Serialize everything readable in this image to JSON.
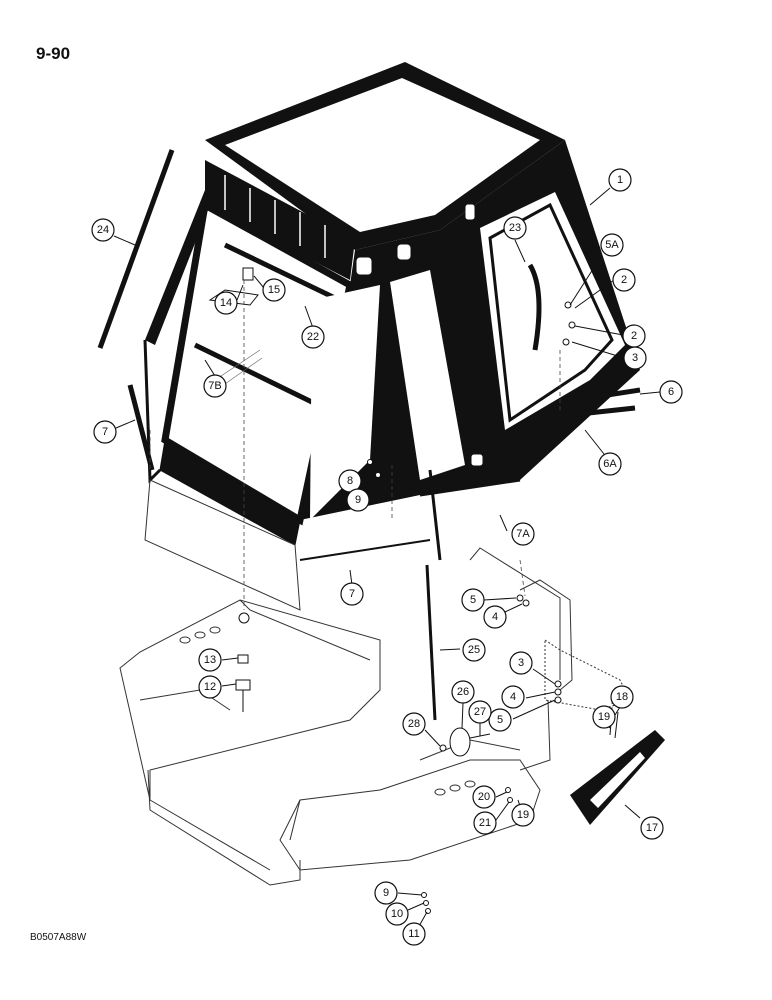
{
  "page_number": "9-90",
  "figure_code": "B0507A88W",
  "callouts": [
    {
      "id": "c1",
      "label": "1"
    },
    {
      "id": "c5a",
      "label": "5A"
    },
    {
      "id": "c2a",
      "label": "2"
    },
    {
      "id": "c2b",
      "label": "2"
    },
    {
      "id": "c3a",
      "label": "3"
    },
    {
      "id": "c6",
      "label": "6"
    },
    {
      "id": "c6a",
      "label": "6A"
    },
    {
      "id": "c23",
      "label": "23"
    },
    {
      "id": "c24",
      "label": "24"
    },
    {
      "id": "c14",
      "label": "14"
    },
    {
      "id": "c15",
      "label": "15"
    },
    {
      "id": "c22",
      "label": "22"
    },
    {
      "id": "c7b",
      "label": "7B"
    },
    {
      "id": "c7a",
      "label": "7"
    },
    {
      "id": "c8",
      "label": "8"
    },
    {
      "id": "c9a",
      "label": "9"
    },
    {
      "id": "c7aa",
      "label": "7A"
    },
    {
      "id": "c7b2",
      "label": "7"
    },
    {
      "id": "c5b",
      "label": "5"
    },
    {
      "id": "c4a",
      "label": "4"
    },
    {
      "id": "c25",
      "label": "25"
    },
    {
      "id": "c13",
      "label": "13"
    },
    {
      "id": "c12",
      "label": "12"
    },
    {
      "id": "c3b",
      "label": "3"
    },
    {
      "id": "c4b",
      "label": "4"
    },
    {
      "id": "c5c",
      "label": "5"
    },
    {
      "id": "c18",
      "label": "18"
    },
    {
      "id": "c19a",
      "label": "19"
    },
    {
      "id": "c26",
      "label": "26"
    },
    {
      "id": "c27",
      "label": "27"
    },
    {
      "id": "c28",
      "label": "28"
    },
    {
      "id": "c20",
      "label": "20"
    },
    {
      "id": "c21",
      "label": "21"
    },
    {
      "id": "c19b",
      "label": "19"
    },
    {
      "id": "c17",
      "label": "17"
    },
    {
      "id": "c9b",
      "label": "9"
    },
    {
      "id": "c10",
      "label": "10"
    },
    {
      "id": "c11",
      "label": "11"
    }
  ]
}
